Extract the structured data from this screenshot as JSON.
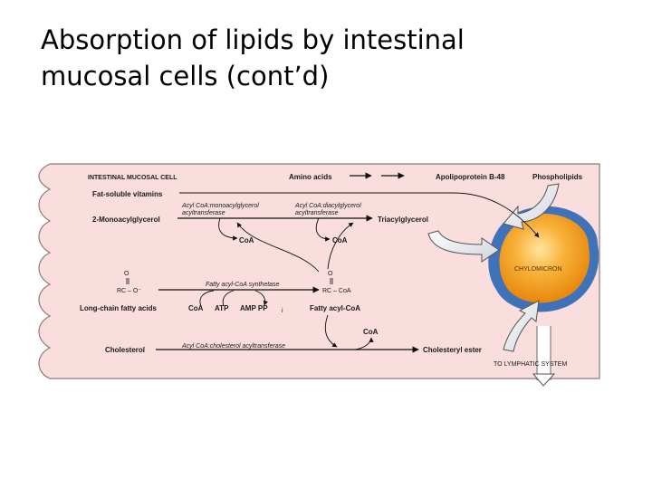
{
  "title": {
    "line1": "Absorption of lipids by intestinal",
    "line2": "mucosal cells (cont’d)"
  },
  "diagram": {
    "cell_label": "INTESTINAL MUCOSAL CELL",
    "amino_acids": "Amino acids",
    "apolipoprotein": "Apolipoprotein B-48",
    "phospholipids": "Phospholipids",
    "fat_soluble_vitamins": "Fat-soluble vitamins",
    "enzyme_mag_line1": "Acyl CoA:monoacylglycerol",
    "enzyme_mag_line2": "acyltransferase",
    "enzyme_dag_line1": "Acyl CoA:diacylglycerol",
    "enzyme_dag_line2": "acyltransferase",
    "monoacylglycerol": "2-Monoacylglycerol",
    "triacylglycerol": "Triacylglycerol",
    "coa_1": "CoA",
    "coa_2": "CoA",
    "chylomicron": "CHYLOMICRON",
    "fatty_acid_o": "O",
    "fatty_acid_formula": "RC – O⁻",
    "synthetase": "Fatty acyl-CoA synthetase",
    "acyl_coa_o": "O",
    "acyl_coa_formula": "RC – CoA",
    "long_chain_fatty_acids": "Long-chain fatty acids",
    "coa_3": "CoA",
    "atp": "ATP",
    "amp_pp": "AMP PP",
    "subscript_i": "i",
    "fatty_acyl_coa": "Fatty acyl-CoA",
    "coa_4": "CoA",
    "cholesterol": "Cholesterol",
    "enzyme_chol": "Acyl CoA:cholesterol acyltransferase",
    "cholesteryl_ester": "Cholesteryl ester",
    "lymphatic": "TO LYMPHATIC SYSTEM"
  },
  "colors": {
    "cell_fill": "#fadddd",
    "chylo_core": "#f6a11a",
    "chylo_shell": "#3f72b8"
  }
}
